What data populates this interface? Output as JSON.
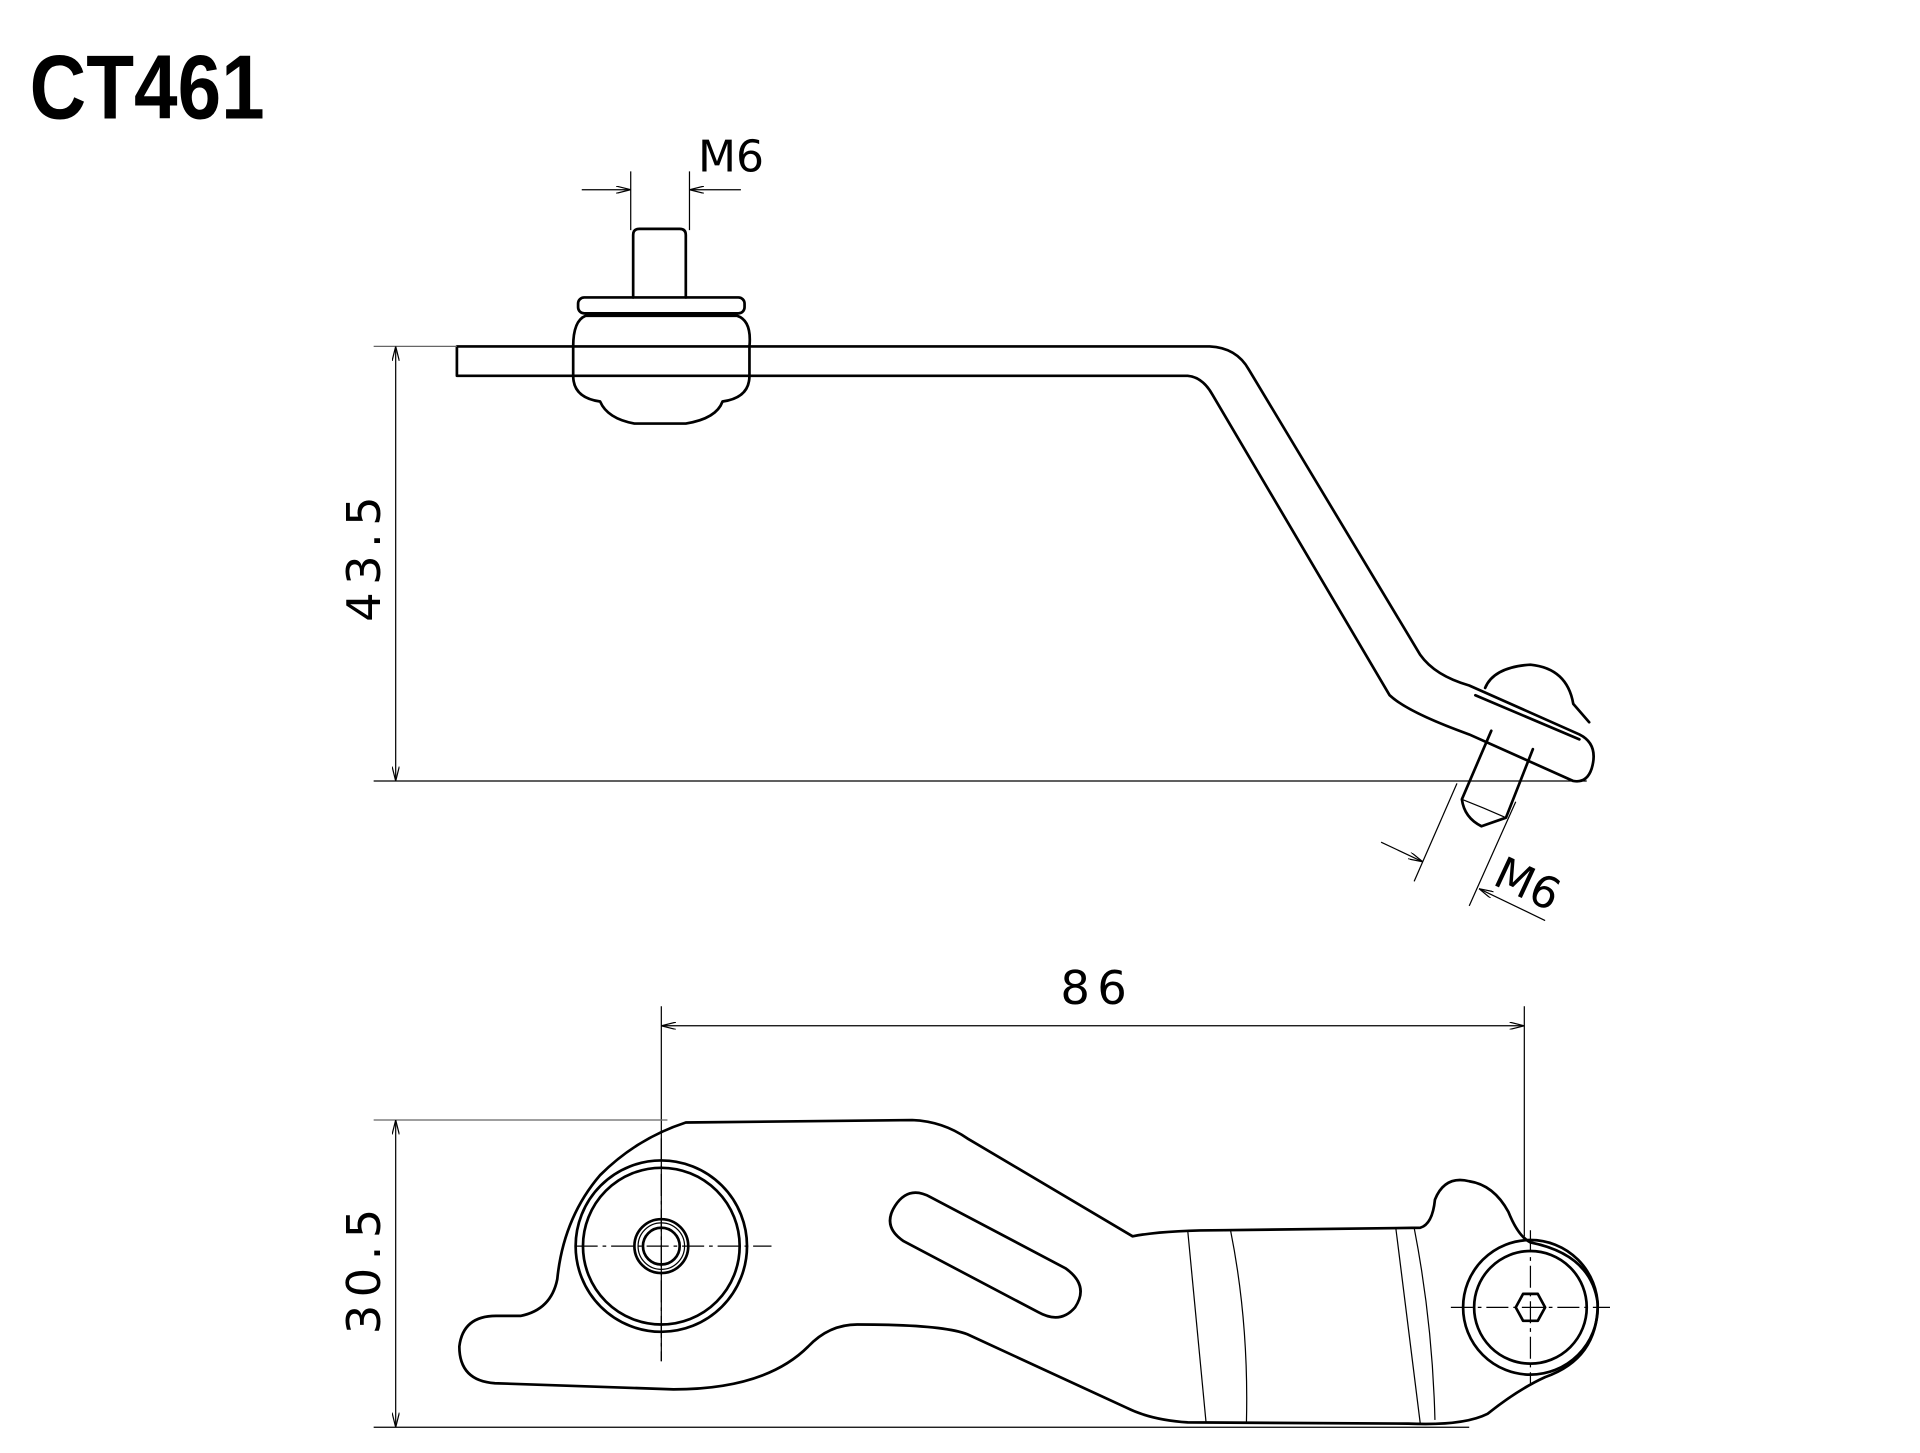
{
  "title": "CT461",
  "side_view": {
    "thread_top_label": "M6",
    "thread_bottom_label": "M6",
    "height_dimension": "43.5"
  },
  "plan_view": {
    "width_dimension": "86",
    "height_dimension": "30.5"
  }
}
